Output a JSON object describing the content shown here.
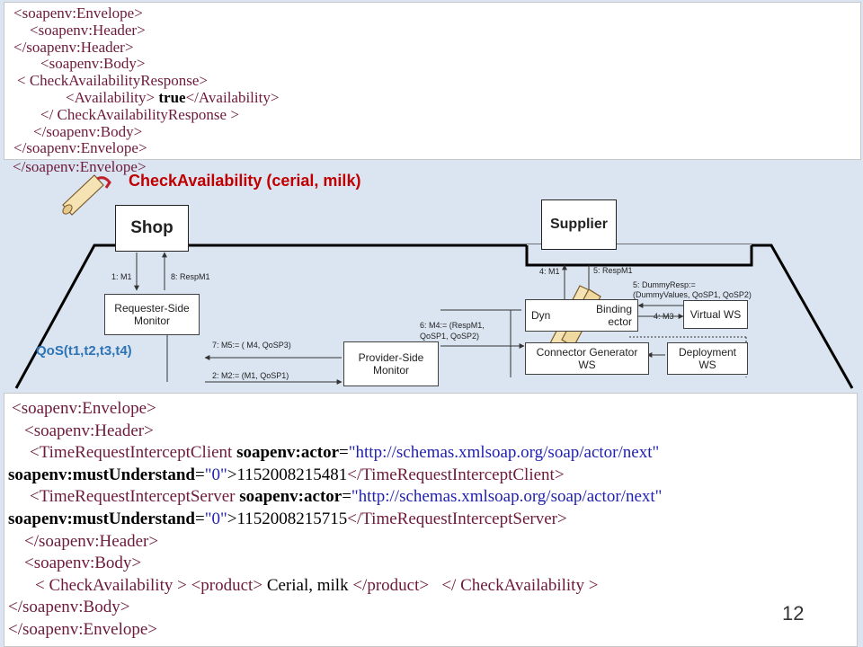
{
  "slide": {
    "page_number": "12",
    "colors": {
      "diagram_background": "#dbe5f1",
      "xml_tag": "#6d1a3a",
      "qos_text": "#2e74b5",
      "behind_text_red": "#c00000",
      "scroll_seal": "#c0202a"
    }
  },
  "behind": {
    "envelope_close": "</soapenv:Envelope>",
    "check_availability_call": "CheckAvailability (cerial, milk)"
  },
  "diagram": {
    "shop": "Shop",
    "supplier": "Supplier",
    "requester_monitor": "Requester-Side Monitor",
    "provider_monitor": "Provider-Side Monitor",
    "dynamic_binding": "Dynamic Binding Connector",
    "dynamic_binding_visible_left": "Dyn",
    "dynamic_binding_visible_right": "Binding",
    "dynamic_binding_visible_line2": "ector",
    "virtual_ws": "Virtual WS",
    "connector_generator_line1": "Connector Generator",
    "connector_generator_line2": "WS",
    "deployment_line1": "Deployment",
    "deployment_line2": "WS",
    "qos": "QoS(t1,t2,t3,t4)",
    "labels": {
      "m1": "1: M1",
      "respm1_8": "8: RespM1",
      "m1_4": "4: M1",
      "respm1_5": "5: RespM1",
      "dummy_line1": "5: DummyResp:=",
      "dummy_line2": "(DummyValues, QoSP1, QoSP2)",
      "m3_4": "4: M3",
      "m4_line1": "6: M4:= (RespM1,",
      "m4_line2": "QoSP1, QoSP2)",
      "m5": "7: M5:= ( M4, QoSP3)",
      "m2": "2: M2:= (M1, QoSP1)"
    }
  },
  "xml_top": {
    "lines": [
      "<soapenv:Envelope>",
      "<soapenv:Header>",
      "</soapenv:Header>",
      "<soapenv:Body>",
      "< CheckAvailabilityResponse>",
      "<Availability>",
      " true",
      "</Availability>",
      "</ CheckAvailabilityResponse >",
      "</soapenv:Body>",
      "</soapenv:Envelope>"
    ]
  },
  "xml_bottom": {
    "envelope_open": "<soapenv:Envelope>",
    "header_open": "<soapenv:Header>",
    "client_tag_open": "<TimeRequestInterceptClient",
    "actor_attr": "soapenv:actor",
    "actor_value": "\"http://schemas.xmlsoap.org/soap/actor/next\"",
    "must_attr": "soapenv:mustUnderstand",
    "must_value": "\"0\"",
    "client_value": "1152008215481",
    "client_tag_close": "</TimeRequestInterceptClient>",
    "server_tag_open": "<TimeRequestInterceptServer",
    "server_value": "1152008215715",
    "server_tag_close": "</TimeRequestInterceptServer>",
    "header_close": "</soapenv:Header>",
    "body_open": "<soapenv:Body>",
    "check_open": "< CheckAvailability >",
    "product_open": "<product>",
    "product_value": " Cerial, milk ",
    "product_close": "</product>",
    "check_close": "</ CheckAvailability >",
    "body_close": "</soapenv:Body>",
    "envelope_close": "</soapenv:Envelope>"
  }
}
